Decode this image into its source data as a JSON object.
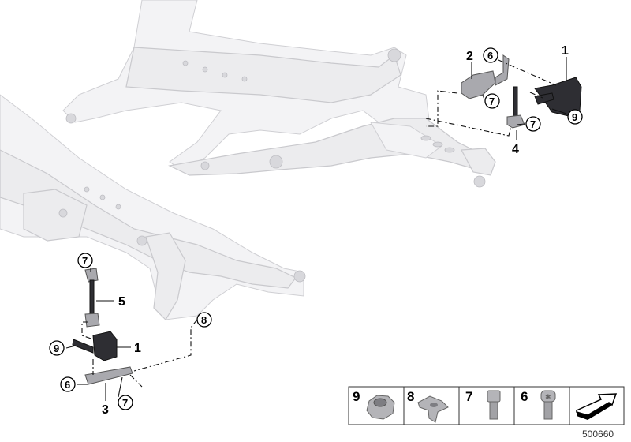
{
  "diagram": {
    "top_assembly_labels": {
      "part_2": "2",
      "part_6": "6",
      "part_1": "1",
      "part_7a": "7",
      "part_9": "9",
      "part_7b": "7",
      "part_4": "4"
    },
    "bottom_assembly_labels": {
      "part_7a": "7",
      "part_5": "5",
      "part_8": "8",
      "part_9": "9",
      "part_1": "1",
      "part_6": "6",
      "part_3": "3",
      "part_7b": "7"
    },
    "legend": {
      "items": [
        {
          "number": "9",
          "icon": "hex-nut-icon"
        },
        {
          "number": "8",
          "icon": "clip-nut-icon"
        },
        {
          "number": "7",
          "icon": "hex-bolt-icon"
        },
        {
          "number": "6",
          "icon": "torx-screw-icon"
        },
        {
          "number": "",
          "icon": "direction-arrow-icon"
        }
      ]
    },
    "diagram_code": "500660"
  }
}
